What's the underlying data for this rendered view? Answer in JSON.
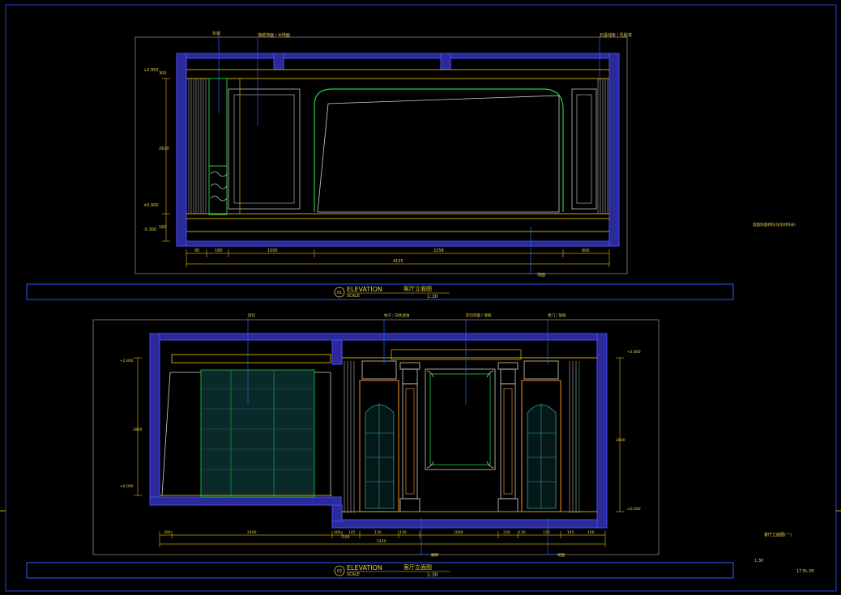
{
  "sheet": {
    "drawing_no_label": "17 EL-05",
    "scale_note": "1:30",
    "sheet_title": "客厅立面图(一)",
    "side_note": "墙面饰面材料(详见材料表)"
  },
  "elevations": [
    {
      "id": "01",
      "tag": "ELEVATION",
      "scale_word": "SCALE",
      "name": "客厅立面图",
      "scale": "1:30",
      "dims_bottom": [
        "95",
        "180",
        "1005",
        "2258",
        "600"
      ],
      "dims_total": "4155",
      "dims_left": [
        "300",
        "2620",
        "160"
      ],
      "levels": [
        "+2.950",
        "±0.000",
        "-0.300"
      ],
      "callouts": [
        "灰镜",
        "墙纸饰面 / 木饰面",
        "石膏线条 / 乳胶漆",
        "地面"
      ]
    },
    {
      "id": "02",
      "tag": "ELEVATION",
      "scale_word": "SCALE",
      "name": "客厅立面图",
      "scale": "1:30",
      "dims_bottom": [
        "300",
        "2400",
        "400",
        "100",
        "145",
        "130",
        "130",
        "1000",
        "230",
        "130",
        "130",
        "145",
        "100"
      ],
      "dims_total": "5430",
      "dims_left": [
        "2800"
      ],
      "dims_right": [
        "2800"
      ],
      "levels": [
        "+2.800",
        "±0.000"
      ],
      "callouts": [
        "软包",
        "柱子 / 白色混油",
        "软包饰面 / 墙纸",
        "柜门 / 玻璃",
        "踢脚",
        "地面"
      ]
    }
  ]
}
